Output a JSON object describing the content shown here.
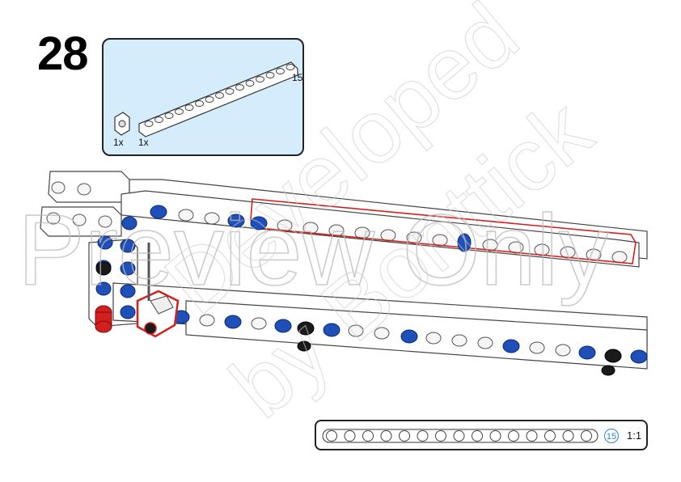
{
  "step": {
    "number": "28"
  },
  "parts_list": {
    "items": [
      {
        "part": "axle-pin-connector",
        "quantity": "1x",
        "color": "#ffffff"
      },
      {
        "part": "beam",
        "quantity": "1x",
        "length": "15",
        "color": "#ffffff"
      }
    ]
  },
  "ruler": {
    "length": "15",
    "scale": "1:1"
  },
  "watermark": {
    "line1": "Preview Only",
    "line2": "Developed",
    "line3": "by Bonttick"
  },
  "colors": {
    "part_box_bg": "#d4ecfb",
    "pin_blue": "#1f4fb8",
    "highlight_red": "#d41f1f",
    "pin_black": "#1a1a1a"
  }
}
